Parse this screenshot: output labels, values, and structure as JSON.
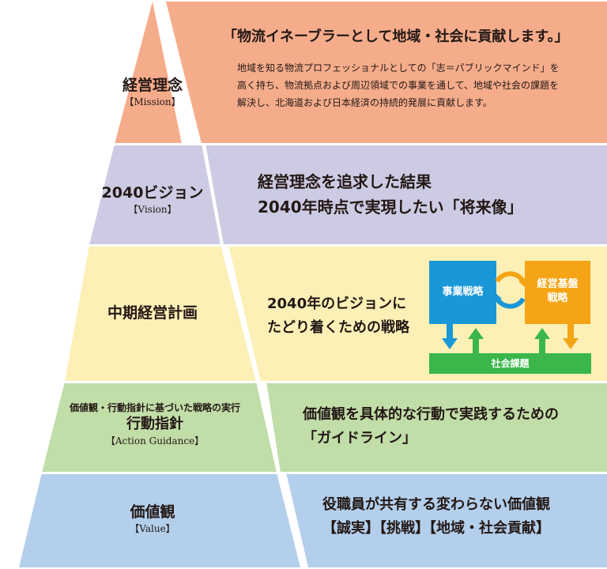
{
  "colors": {
    "mission": "#f5ac8b",
    "vision": "#cccbe3",
    "plan": "#fcf0b6",
    "guidance": "#c1dda8",
    "value": "#b3cfec",
    "box_blue": "#1a97d6",
    "box_orange": "#f4a414",
    "bar_green": "#3ab64a",
    "arrow_green": "#3ab64a",
    "arrow_orange": "#f4a414",
    "arrow_blue": "#1a97d6"
  },
  "levels": {
    "mission": {
      "title": "経営理念",
      "subtitle": "【Mission】",
      "headline": "「物流イネーブラーとして地域・社会に貢献します。」",
      "body": [
        "地域を知る物流プロフェッショナルとしての「志＝パブリックマインド」を",
        "高く持ち、物流拠点および周辺領域での事業を通して、地域や社会の課題を",
        "解決し、北海道および日本経済の持続的発展に貢献します。"
      ]
    },
    "vision": {
      "title": "2040ビジョン",
      "subtitle": "【Vision】",
      "line1": "経営理念を追求した結果",
      "line2": "2040年時点で実現したい「将来像」"
    },
    "plan": {
      "title": "中期経営計画",
      "line1": "2040年のビジョンに",
      "line2": "たどり着くための戦略",
      "box_left": "事業戦略",
      "box_right_1": "経営基盤",
      "box_right_2": "戦略",
      "bar": "社会課題"
    },
    "guidance": {
      "pre": "価値観・行動指針に基づいた戦略の実行",
      "title": "行動指針",
      "subtitle": "【Action Guidance】",
      "line1": "価値観を具体的な行動で実践するための",
      "line2": "「ガイドライン」"
    },
    "value": {
      "title": "価値観",
      "subtitle": "【Value】",
      "line1": "役職員が共有する変わらない価値観",
      "line2": "【誠実】【挑戦】【地域・社会貢献】"
    }
  }
}
